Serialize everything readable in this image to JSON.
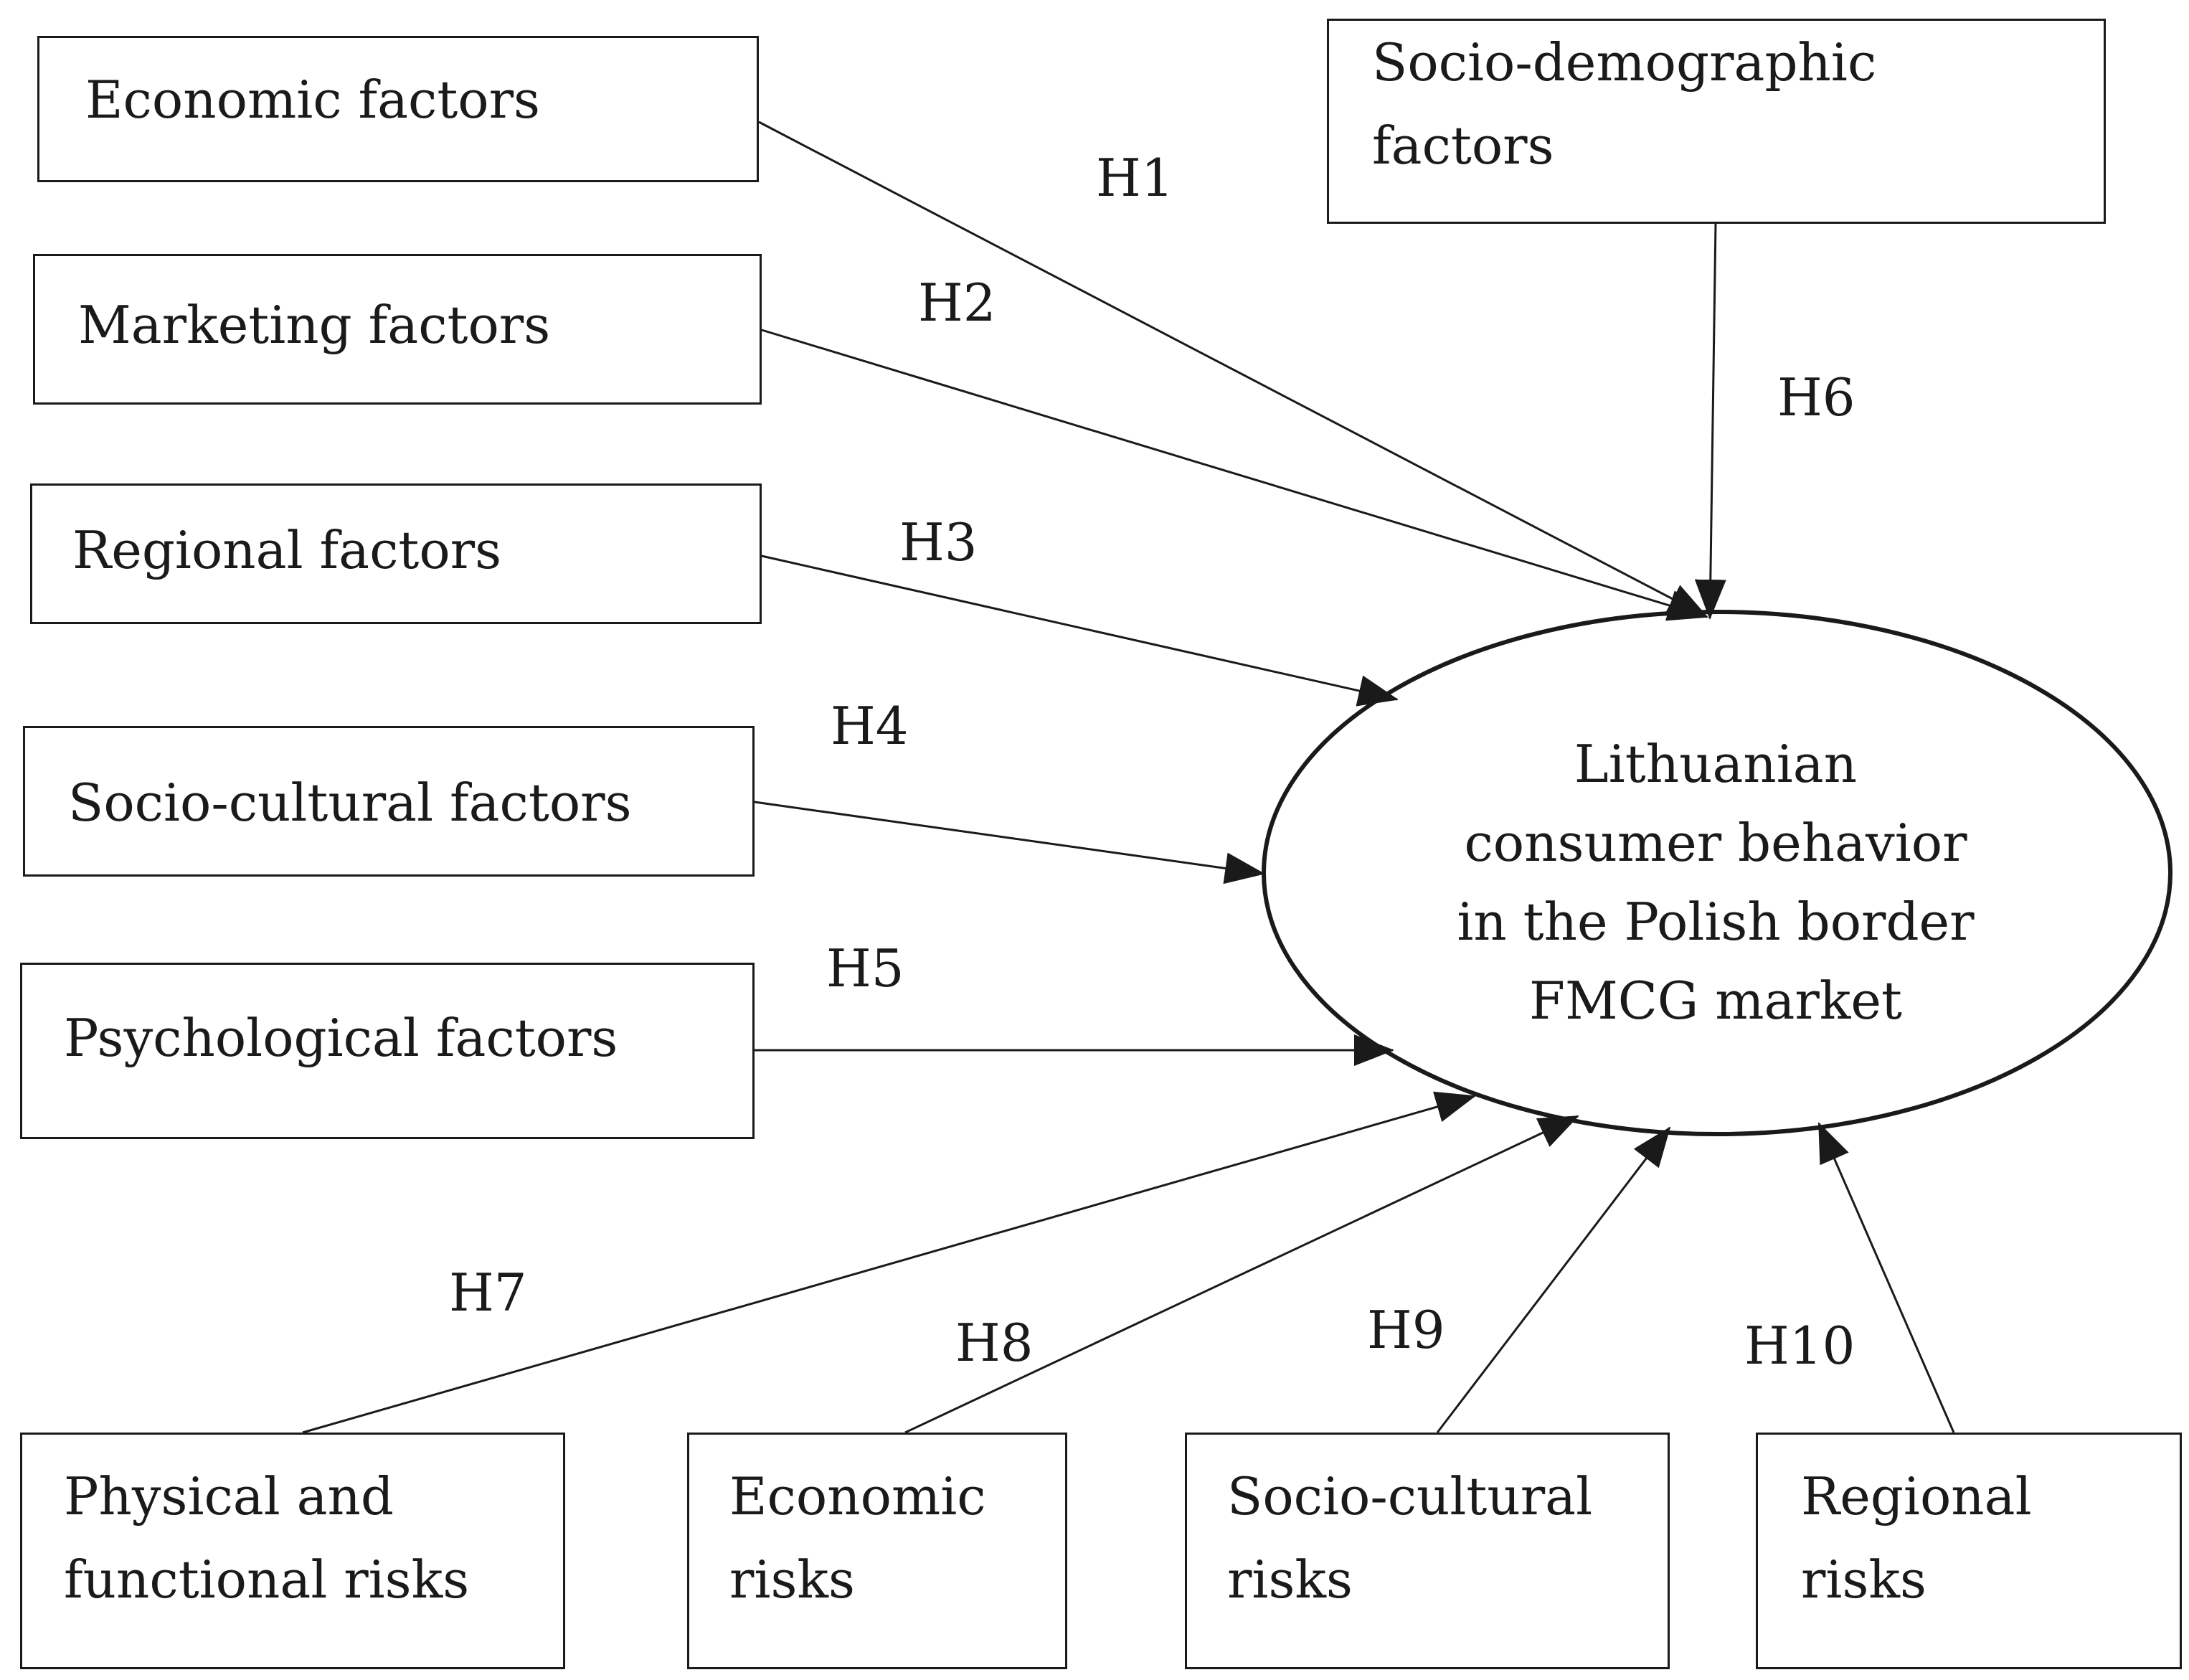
{
  "factors": [
    {
      "id": "economic",
      "label": "Economic factors"
    },
    {
      "id": "marketing",
      "label": "Marketing factors"
    },
    {
      "id": "regional",
      "label": "Regional factors"
    },
    {
      "id": "socio-cultural",
      "label": "Socio-cultural factors"
    },
    {
      "id": "psychological",
      "label": "Psychological factors"
    }
  ],
  "socio_demographic": {
    "label": "Socio-demographic\nfactors"
  },
  "risks": [
    {
      "id": "physical-functional",
      "label": "Physical and\nfunctional risks"
    },
    {
      "id": "economic",
      "label": "Economic\nrisks"
    },
    {
      "id": "socio-cultural",
      "label": "Socio-cultural\nrisks"
    },
    {
      "id": "regional",
      "label": "Regional\nrisks"
    }
  ],
  "outcome": {
    "label": "Lithuanian\nconsumer behavior\nin the Polish border\nFMCG market"
  },
  "hypotheses": {
    "h1": "H1",
    "h2": "H2",
    "h3": "H3",
    "h4": "H4",
    "h5": "H5",
    "h6": "H6",
    "h7": "H7",
    "h8": "H8",
    "h9": "H9",
    "h10": "H10"
  }
}
